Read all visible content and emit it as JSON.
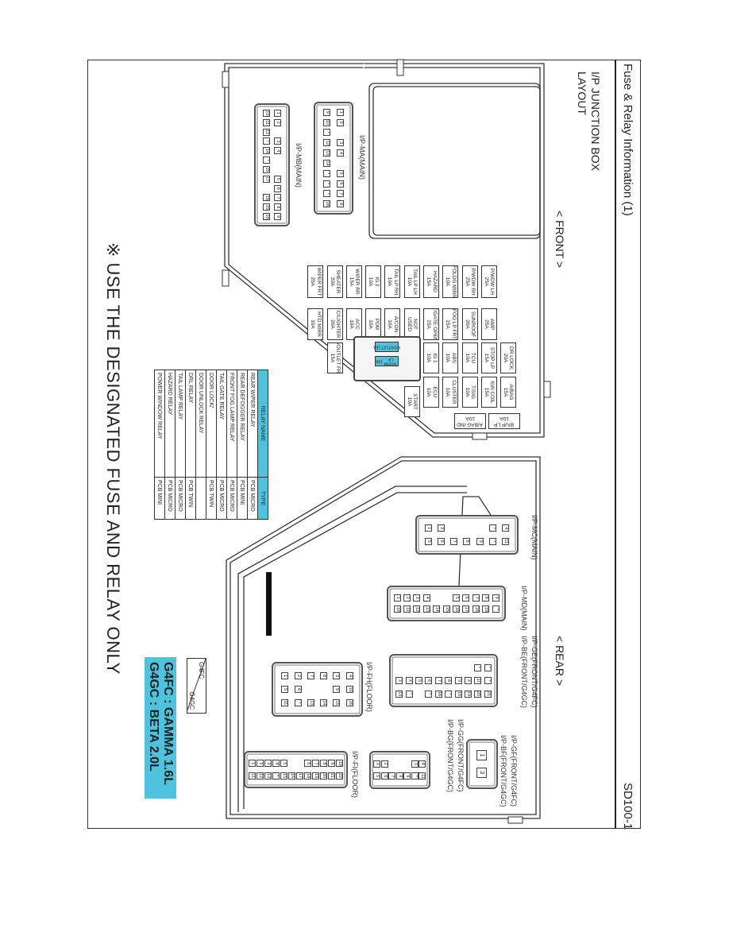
{
  "header": {
    "title": "Fuse & Relay Information (1)",
    "code": "SD100-1"
  },
  "section": {
    "title": "I/P JUNCTION BOX",
    "subtitle": "LAYOUT",
    "front_label": "< FRONT >",
    "rear_label": "< REAR >"
  },
  "fuses": [
    {
      "name": "WIPER FRT",
      "rating": "25A"
    },
    {
      "name": "SHEATER",
      "rating": "20A"
    },
    {
      "name": "WIPER RR",
      "rating": "15A"
    },
    {
      "name": "IG 2",
      "rating": "10A"
    },
    {
      "name": "TAIL LP RH",
      "rating": "10A"
    },
    {
      "name": "TAIL LP LH",
      "rating": "10A"
    },
    {
      "name": "HAZARD",
      "rating": "15A"
    },
    {
      "name": "FOLDG MIRR",
      "rating": "10A"
    },
    {
      "name": "P/WDW RH",
      "rating": "25A"
    },
    {
      "name": "P/WDW LH",
      "rating": "25A"
    },
    {
      "name": "HTD MIRR",
      "rating": "10A"
    },
    {
      "name": "C/LIGHTER",
      "rating": "20A"
    },
    {
      "name": "ACC",
      "rating": "10A"
    },
    {
      "name": "PDM",
      "rating": "10A"
    },
    {
      "name": "A/CON",
      "rating": "10A"
    },
    {
      "name": "NOT",
      "rating": "USED"
    },
    {
      "name": "T/GATE OPEN",
      "rating": "15A"
    },
    {
      "name": "FOG LP FRT",
      "rating": "15A"
    },
    {
      "name": "SUNROOF",
      "rating": "20A"
    },
    {
      "name": "AMP",
      "rating": "25A"
    },
    {
      "name": "DR LOCK",
      "rating": "20A"
    },
    {
      "name": "STOP LP",
      "rating": "15A"
    },
    {
      "name": "TCU",
      "rating": "10A"
    },
    {
      "name": "ABS",
      "rating": "10A"
    },
    {
      "name": "IG 1",
      "rating": "10A"
    },
    {
      "name": "P/OUTLET FRT",
      "rating": "15A"
    },
    {
      "name": "A/BAG",
      "rating": "15A"
    },
    {
      "name": "IGN COIL",
      "rating": "15A"
    },
    {
      "name": "T/SIG",
      "rating": "10A"
    },
    {
      "name": "CLUSTER",
      "rating": "10A"
    },
    {
      "name": "ECU",
      "rating": "10A"
    },
    {
      "name": "START",
      "rating": "10A"
    },
    {
      "name": "B/UP LP",
      "rating": "10A"
    },
    {
      "name": "A/BAG IND",
      "rating": "10A"
    }
  ],
  "mini_relays": [
    {
      "name": "P/OUTLET",
      "rating": "15A"
    },
    {
      "name": "ROOM LP",
      "rating": "10A"
    }
  ],
  "connectors": [
    {
      "labels": [
        "I/P-MA(MAIN)"
      ],
      "rows": [
        [
          "1",
          "2",
          "",
          "3",
          "4",
          "",
          "5",
          "6",
          "7",
          "8"
        ],
        [
          "9",
          "10",
          "*",
          "12",
          "13",
          "14",
          "*",
          "*",
          "*",
          "18"
        ]
      ]
    },
    {
      "labels": [
        "I/P-MB(MAIN)"
      ],
      "rows": [
        [
          "1",
          "2",
          "",
          "3",
          "4",
          "",
          "",
          "5",
          "6",
          "7",
          "8",
          "9"
        ],
        [
          "10",
          "11",
          "12",
          "*",
          "14",
          "*",
          "16",
          "17",
          "",
          "18",
          "19",
          "20"
        ]
      ]
    },
    {
      "labels": [
        "I/P-MC(MAIN)"
      ],
      "rows": [
        [
          "4",
          "11"
        ],
        [
          "*",
          "*"
        ],
        [
          "",
          "9"
        ],
        [
          "",
          "8"
        ],
        [
          "",
          "7"
        ],
        [
          "2",
          "6"
        ],
        [
          "1",
          "5"
        ]
      ]
    },
    {
      "labels": [
        "I/P-MD(MAIN)"
      ],
      "rows": [
        [
          "9",
          "*"
        ],
        [
          "8",
          "19"
        ],
        [
          "7",
          "18"
        ],
        [
          "6",
          "17"
        ],
        [
          "5",
          "16"
        ],
        [
          "",
          "15"
        ],
        [
          "",
          "14"
        ],
        [
          "4",
          "13"
        ],
        [
          "3",
          "12"
        ],
        [
          "2",
          "11"
        ],
        [
          "1",
          "10"
        ]
      ]
    },
    {
      "labels": [
        "I/P-GE(FRONT/G4FC)",
        "I/P-BE(FRONT/G4GC)"
      ],
      "rows": [
        [
          "*",
          "*",
          "21"
        ],
        [
          "*",
          "11",
          "20"
        ],
        [
          "",
          "X",
          "19"
        ],
        [
          "",
          "9",
          "18"
        ],
        [
          "",
          "8",
          "*"
        ],
        [
          "",
          "7",
          "16"
        ],
        [
          "",
          "6",
          "*"
        ],
        [
          "",
          "5",
          ""
        ],
        [
          "",
          "X",
          "*"
        ],
        [
          "",
          "3",
          "13"
        ]
      ]
    },
    {
      "labels": [
        "I/P-GF(FRONT/G4FC)",
        "I/P-BF(FRONT/G4GC)"
      ],
      "rows": [
        [
          "1",
          "2"
        ]
      ]
    },
    {
      "labels": [
        "I/P-GG(FRONT/G4FC)",
        "I/P-BG(FRONT/G4GC)"
      ],
      "rows": [
        [
          "4",
          "11"
        ],
        [
          "3",
          "*"
        ],
        [
          "",
          "9"
        ],
        [
          "",
          "8"
        ],
        [
          "",
          "7"
        ],
        [
          "2",
          "6"
        ],
        [
          "X",
          "5"
        ]
      ]
    },
    {
      "labels": [
        "I/P-FH(FLOOR)"
      ],
      "rows": [
        [
          "4",
          "10",
          "16"
        ],
        [
          "3",
          "9",
          "15"
        ],
        [
          "8",
          "",
          "14"
        ],
        [
          "7",
          "",
          "13"
        ],
        [
          "2",
          "6",
          "*"
        ],
        [
          "1",
          "5",
          "11"
        ]
      ]
    },
    {
      "labels": [
        "I/P-FI(FLOOR)"
      ],
      "rows": [
        [
          "10",
          "22"
        ],
        [
          "9",
          "21"
        ],
        [
          "8",
          "20"
        ],
        [
          "7",
          "19"
        ],
        [
          "6",
          "18"
        ],
        [
          "",
          "17"
        ],
        [
          "",
          "16"
        ],
        [
          "5",
          "15"
        ],
        [
          "4",
          "*"
        ],
        [
          "3",
          "13"
        ],
        [
          "2",
          "12"
        ],
        [
          "1",
          "11"
        ]
      ]
    }
  ],
  "relay_table": {
    "headers": [
      "RELAY NAME",
      "TYPE"
    ],
    "rows": [
      [
        "REAR WIPER RELAY",
        "PCB MICRO"
      ],
      [
        "REAR DEFOGGER RELAY",
        "PCB MINI"
      ],
      [
        "FRONT FOG LAMP RELAY",
        "PCB MICRO"
      ],
      [
        "TAIL GATE RELAY",
        "PCB MICRO"
      ],
      [
        "DOOR LOCK/",
        "PCB TWIN"
      ],
      [
        "DOOR UNLOCK RELAY",
        ""
      ],
      [
        "DRL RELAY",
        "PCB TWIN"
      ],
      [
        "TAIL LAMP RELAY",
        "PCB MICRO"
      ],
      [
        "HAZARD RELAY",
        "PCB MICRO"
      ],
      [
        "POWER WINDOW RELAY",
        "PCB MINI"
      ]
    ]
  },
  "warning": "※ USE THE DESIGNATED FUSE AND RELAY ONLY",
  "legend": {
    "top": "G4FC",
    "bottom": "G4GC",
    "line1": "G4FC : GAMMA 1.6L",
    "line2": "G4GC : BETA 2.0L"
  },
  "colors": {
    "accent": "#4fc3dd",
    "line": "#333333"
  }
}
